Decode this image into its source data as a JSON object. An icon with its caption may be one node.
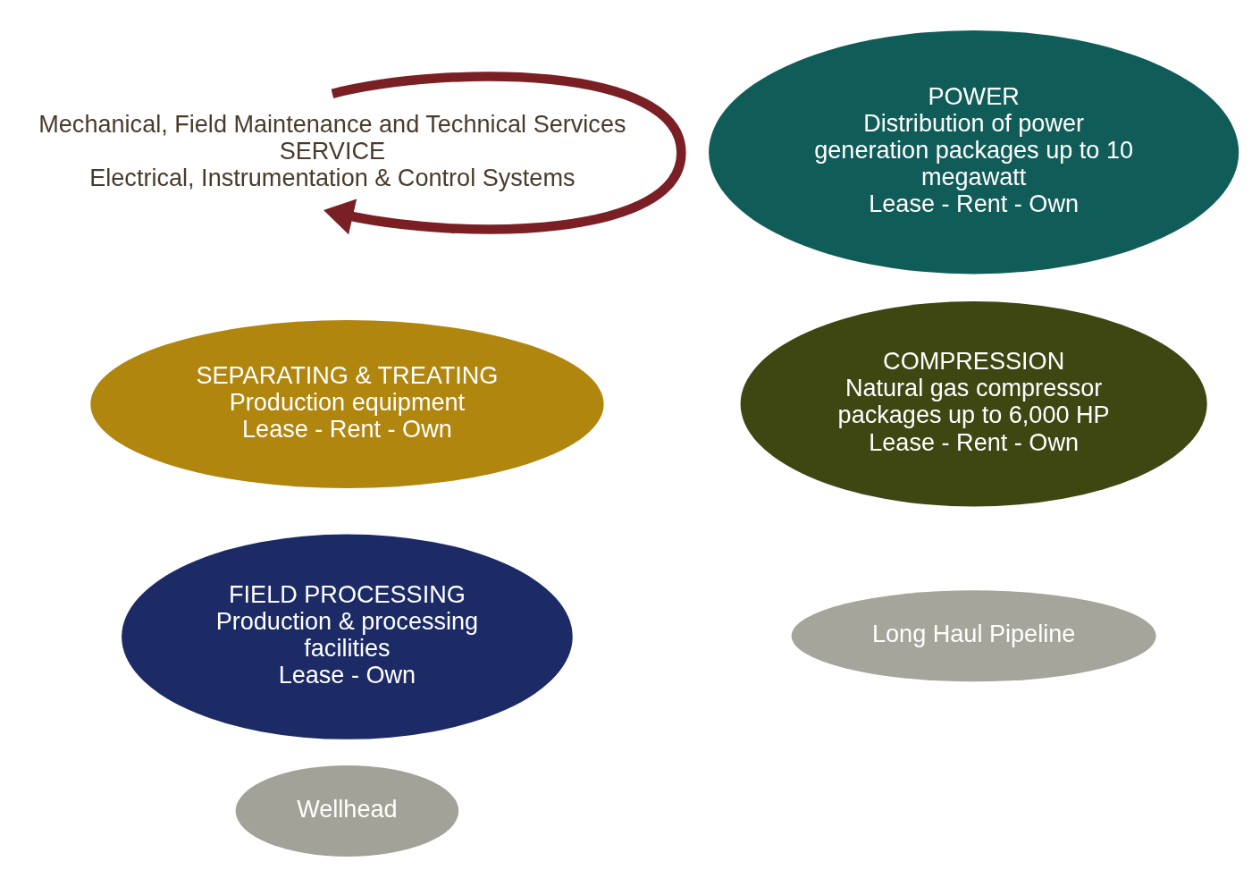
{
  "diagram": {
    "nodes": [
      {
        "text": [
          "Wellhead"
        ]
      },
      {
        "text": [
          "SEPARATING & TREATING",
          "Production equipment",
          "Lease - Rent - Own"
        ]
      },
      {
        "text": [
          "Mechanical, Field Maintenance and Technical Services",
          "SERVICE",
          "Electrical, Instrumentation & Control Systems"
        ]
      },
      {
        "text": [
          "COMPRESSION",
          "Natural gas compressor packages up to 6,000 HP",
          "Lease - Rent - Own"
        ]
      },
      {
        "text": [
          "Long Haul Pipeline"
        ]
      },
      {
        "text": [
          "POWER",
          "Distribution of power generation packages up to 10 megawatt",
          "Lease - Rent - Own"
        ]
      },
      {
        "text": [
          "FIELD PROCESSING",
          "Production & processing facilities",
          "Lease - Own"
        ]
      }
    ],
    "edges": [
      {
        "from": 2,
        "to": 2,
        "arrow": "to",
        "color": "#7a1f24"
      }
    ]
  }
}
